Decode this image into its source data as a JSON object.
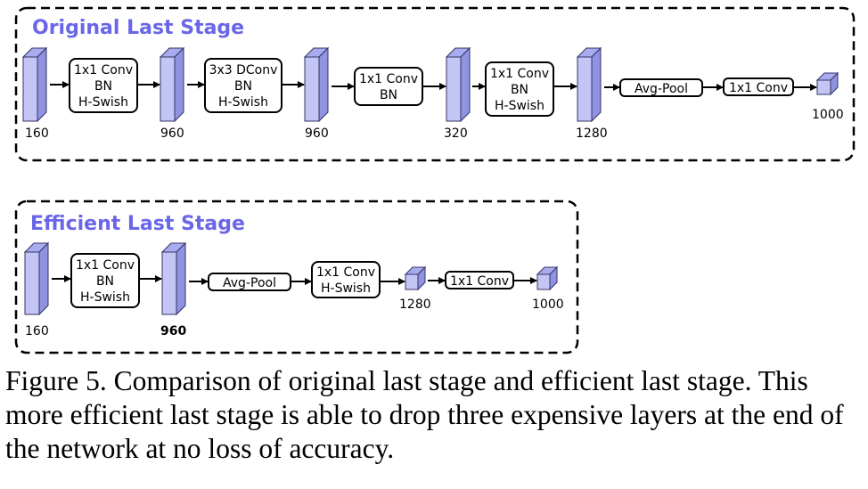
{
  "top_panel": {
    "title": "Original Last Stage",
    "dims": [
      "160",
      "960",
      "960",
      "320",
      "1280",
      "1000"
    ],
    "blocks": [
      [
        "1x1 Conv",
        "BN",
        "H-Swish"
      ],
      [
        "3x3 DConv",
        "BN",
        "H-Swish"
      ],
      [
        "1x1 Conv",
        "BN"
      ],
      [
        "1x1 Conv",
        "BN",
        "H-Swish"
      ],
      [
        "Avg-Pool"
      ],
      [
        "1x1 Conv"
      ]
    ]
  },
  "bottom_panel": {
    "title": "Efficient Last Stage",
    "dims": [
      "160",
      "960",
      "1280",
      "1000"
    ],
    "blocks": [
      [
        "1x1 Conv",
        "BN",
        "H-Swish"
      ],
      [
        "Avg-Pool"
      ],
      [
        "1x1 Conv",
        "H-Swish"
      ],
      [
        "1x1 Conv"
      ]
    ]
  },
  "caption": "Figure 5. Comparison of original last stage and efficient last stage. This more efficient last stage is able to drop three expensive layers at the end of the network at no loss of accuracy.",
  "colors": {
    "title": "#6a66e8",
    "tensor_front": "#c3c6f5",
    "tensor_side": "#8f93e0",
    "stroke": "#333366"
  }
}
